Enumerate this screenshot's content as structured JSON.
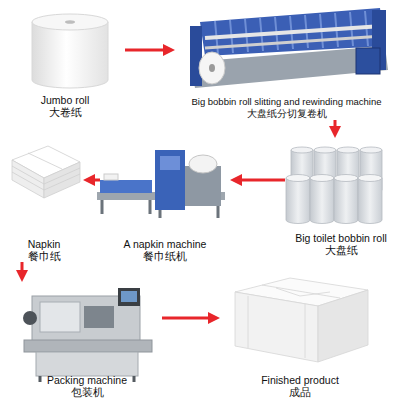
{
  "diagram": {
    "nodes": [
      {
        "text": [
          "Jumbo roll",
          "大卷纸"
        ]
      },
      {
        "text": [
          "Big bobbin roll slitting and rewinding machine",
          "大盘纸分切复卷机"
        ]
      },
      {
        "text": [
          "Big toilet bobbin roll",
          "大盘纸"
        ]
      },
      {
        "text": [
          "A napkin machine",
          "餐巾纸机"
        ]
      },
      {
        "text": [
          "Napkin",
          "餐巾纸"
        ]
      },
      {
        "text": [
          "Packing machine",
          "包装机"
        ]
      },
      {
        "text": [
          "Finished product",
          "成品"
        ]
      }
    ],
    "edges": [
      {
        "from": 0,
        "to": 1,
        "arrow": "to"
      },
      {
        "from": 1,
        "to": 2,
        "arrow": "to"
      },
      {
        "from": 2,
        "to": 3,
        "arrow": "to"
      },
      {
        "from": 3,
        "to": 4,
        "arrow": "to"
      },
      {
        "from": 4,
        "to": 5,
        "arrow": "to"
      },
      {
        "from": 5,
        "to": 6,
        "arrow": "to"
      }
    ]
  }
}
